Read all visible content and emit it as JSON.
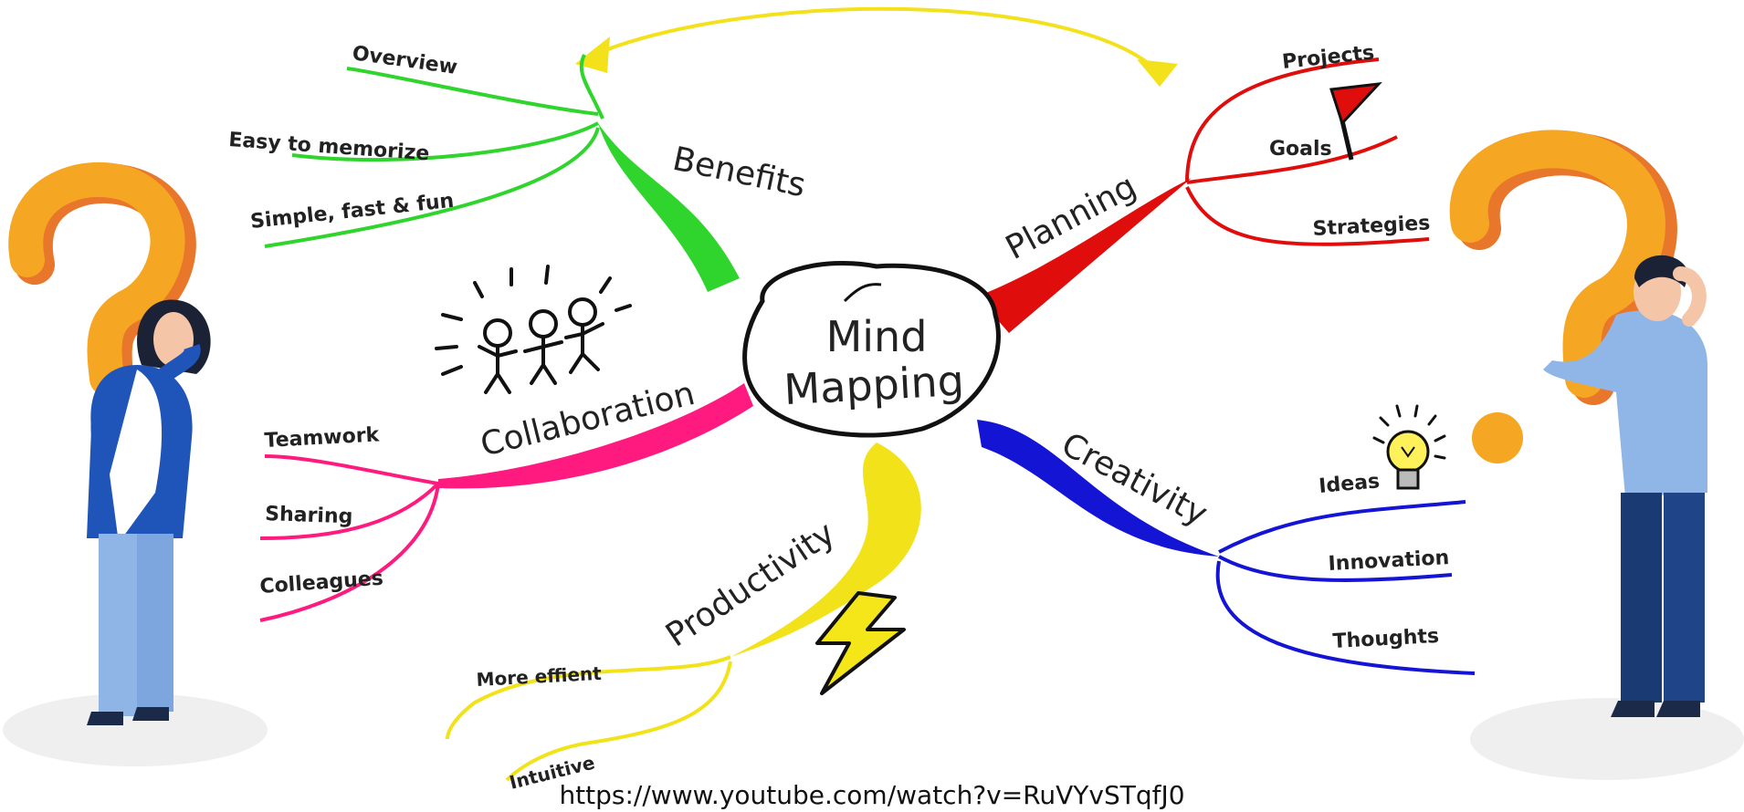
{
  "center": {
    "line1": "Mind",
    "line2": "Mapping"
  },
  "branches": {
    "benefits": {
      "label": "Benefits",
      "color": "#2fd42c",
      "items": [
        "Overview",
        "Easy to memorize",
        "Simple, fast & fun"
      ]
    },
    "planning": {
      "label": "Planning",
      "color": "#e00d0d",
      "items": [
        "Projects",
        "Goals",
        "Strategies"
      ]
    },
    "collaboration": {
      "label": "Collaboration",
      "color": "#ff1a7f",
      "items": [
        "Teamwork",
        "Sharing",
        "Colleagues"
      ]
    },
    "productivity": {
      "label": "Productivity",
      "color": "#f2e21a",
      "items": [
        "More effient",
        "Intuitive"
      ]
    },
    "creativity": {
      "label": "Creativity",
      "color": "#1414d4",
      "items": [
        "Ideas",
        "Innovation",
        "Thoughts"
      ]
    }
  },
  "source_url": "https://www.youtube.com/watch?v=RuVYvSTqfJ0",
  "icons": [
    "question-mark-icon",
    "flag-icon",
    "lightbulb-icon",
    "lightning-bolt-icon",
    "stick-figures-icon"
  ],
  "colors": {
    "question_mark": "#f5a623",
    "question_mark_shade": "#e8762b",
    "arrow": "#f3e11c"
  }
}
